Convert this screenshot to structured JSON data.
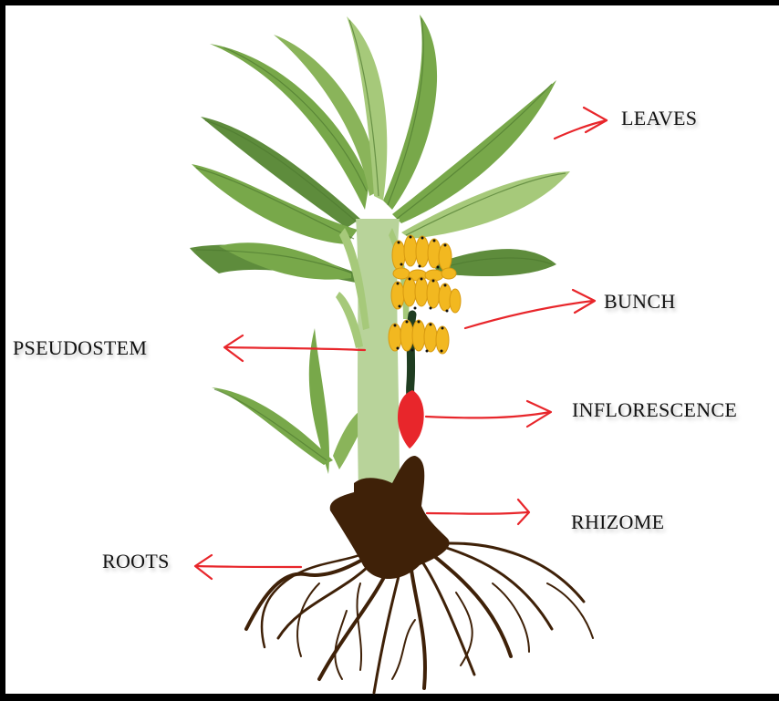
{
  "labels": {
    "leaves": "LEAVES",
    "bunch": "BUNCH",
    "pseudostem": "PSEUDOSTEM",
    "inflorescence": "INFLORESCENCE",
    "rhizome": "RHIZOME",
    "roots": "ROOTS"
  },
  "colors": {
    "arrow": "#e8262b",
    "leaf_dark": "#5e8c3c",
    "leaf_mid": "#78a84a",
    "leaf_light": "#a6c97a",
    "pseudostem": "#b8d39a",
    "rhizome": "#3f2108",
    "banana": "#f2b820",
    "flower": "#e8262b",
    "stalk": "#1f3d21"
  }
}
